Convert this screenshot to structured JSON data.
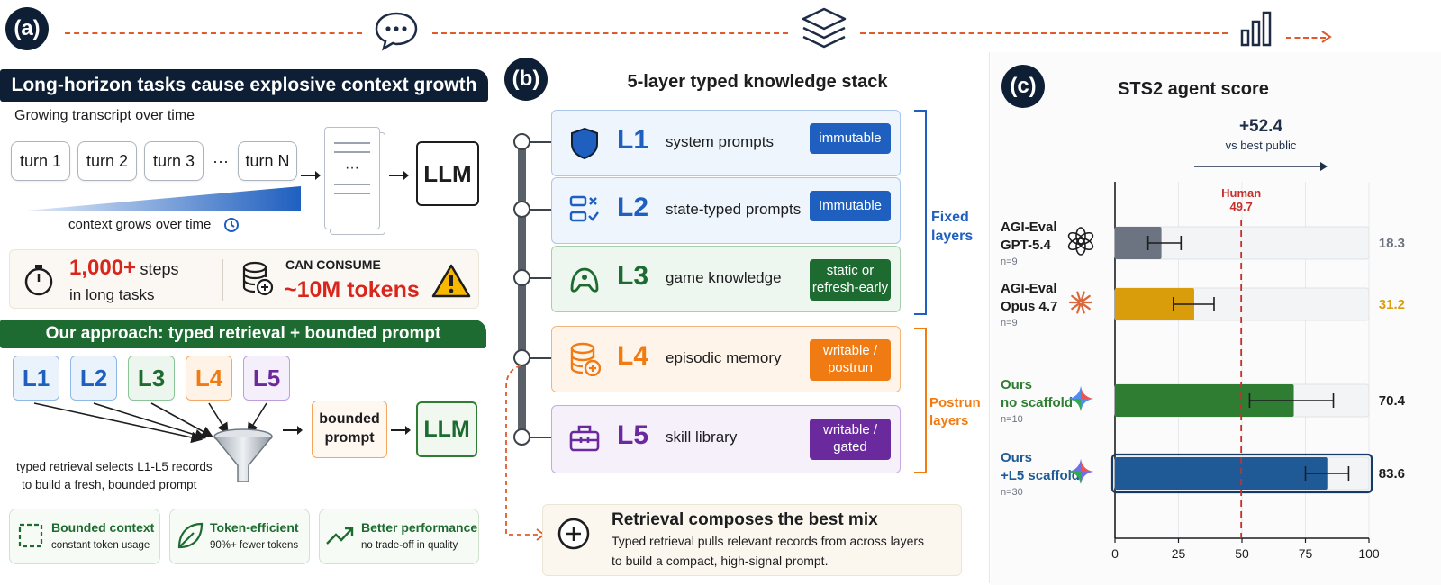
{
  "panel_a": {
    "badge": "(a)",
    "banner": "Long-horizon tasks cause explosive context growth",
    "transcript_label": "Growing transcript over time",
    "turns": [
      "turn 1",
      "turn 2",
      "turn 3",
      "···",
      "turn N"
    ],
    "doc_ellipsis": "···",
    "llm_label": "LLM",
    "grows_label": "context grows over time",
    "steps_value": "1,000+",
    "steps_text": "steps",
    "steps_sub": "in long tasks",
    "consume_label": "CAN CONSUME",
    "tokens_value": "~10M tokens",
    "approach_banner": "Our approach: typed retrieval + bounded prompt",
    "layers": [
      "L1",
      "L2",
      "L3",
      "L4",
      "L5"
    ],
    "retrieval_caption_1": "typed retrieval selects L1-L5 records",
    "retrieval_caption_2": "to build a fresh, bounded prompt",
    "bounded_prompt": "bounded prompt",
    "llm2_label": "LLM",
    "features": [
      {
        "title": "Bounded context",
        "sub": "constant token usage"
      },
      {
        "title": "Token-efficient",
        "sub": "90%+ fewer tokens"
      },
      {
        "title": "Better performance",
        "sub": "no trade-off in quality"
      }
    ],
    "colors": {
      "navy": "#0e1f35",
      "green": "#1d6b30",
      "red": "#d9261c",
      "blue": "#1f5fbf"
    }
  },
  "panel_b": {
    "badge": "(b)",
    "title": "5-layer typed knowledge stack",
    "layers": [
      {
        "id": "L1",
        "name": "system prompts",
        "tag": "immutable",
        "color": "#1f5fbf",
        "bg": "#eef5fc",
        "border": "#a9c8ea",
        "icon": "shield-icon"
      },
      {
        "id": "L2",
        "name": "state-typed prompts",
        "tag": "Immutable",
        "color": "#1f5fbf",
        "bg": "#eef5fc",
        "border": "#a9c8ea",
        "icon": "checklist-icon"
      },
      {
        "id": "L3",
        "name": "game knowledge",
        "tag": "static or refresh-early",
        "color": "#1d6b30",
        "bg": "#eef7ef",
        "border": "#a7cfad",
        "icon": "gamepad-icon"
      },
      {
        "id": "L4",
        "name": "episodic memory",
        "tag": "writable / postrun",
        "color": "#f07b12",
        "bg": "#fff4ea",
        "border": "#f3b57c",
        "icon": "database-plus-icon"
      },
      {
        "id": "L5",
        "name": "skill library",
        "tag": "writable / gated",
        "color": "#6a2a9e",
        "bg": "#f6f0fb",
        "border": "#c7a8e0",
        "icon": "toolbox-icon"
      }
    ],
    "fixed_label": "Fixed layers",
    "postrun_label": "Postrun layers",
    "retrieval_title": "Retrieval composes the best mix",
    "retrieval_text_1": "Typed retrieval pulls relevant records from across layers",
    "retrieval_text_2": "to build a compact, high-signal prompt."
  },
  "panel_c": {
    "badge": "(c)",
    "icons": [
      "chat-bubble-icon",
      "layers-icon",
      "bar-chart-icon"
    ]
  },
  "chart_data": {
    "type": "bar",
    "title": "STS2 agent score",
    "annotation": "+52.4",
    "annotation_sub": "vs best public",
    "human_label": "Human",
    "human_value": "49.7",
    "human": 49.7,
    "xlim": [
      0,
      100
    ],
    "xticks": [
      "0",
      "25",
      "50",
      "75",
      "100"
    ],
    "categories": [
      {
        "line1": "AGI-Eval",
        "line2": "GPT-5.4",
        "n": "n=9",
        "value": 18.3,
        "label": "18.3",
        "err": [
          13,
          26
        ],
        "color": "#6b7480",
        "labelcolor": "#6b7480",
        "icon": "openai-logo-icon",
        "name_color": "#1d1d1f"
      },
      {
        "line1": "AGI-Eval",
        "line2": "Opus 4.7",
        "n": "n=9",
        "value": 31.2,
        "label": "31.2",
        "err": [
          23,
          39
        ],
        "color": "#d99c0b",
        "labelcolor": "#d99c0b",
        "icon": "anthropic-logo-icon",
        "name_color": "#1d1d1f"
      },
      {
        "line1": "Ours",
        "line2": "no scaffold",
        "n": "n=10",
        "value": 70.4,
        "label": "70.4",
        "err": [
          53,
          86
        ],
        "color": "#2e7d32",
        "labelcolor": "#1d1d1f",
        "icon": "sparkle-icon",
        "name_color": "#2e7d32"
      },
      {
        "line1": "Ours",
        "line2": "+L5 scaffold",
        "n": "n=30",
        "value": 83.6,
        "label": "83.6",
        "err": [
          75,
          92
        ],
        "color": "#1f5a96",
        "labelcolor": "#1d1d1f",
        "icon": "sparkle-icon",
        "name_color": "#1f5a96"
      }
    ]
  }
}
